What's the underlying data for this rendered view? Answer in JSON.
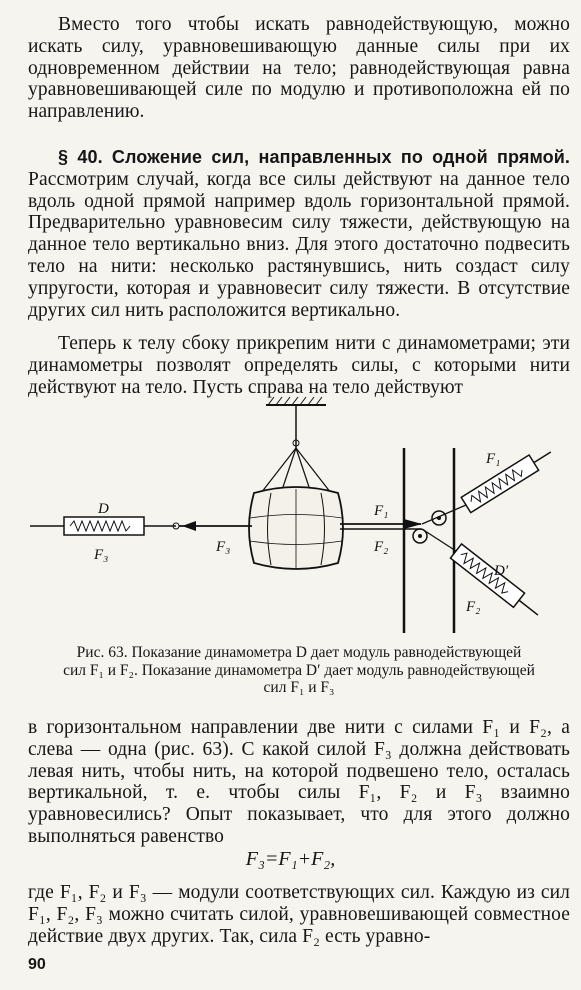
{
  "text": {
    "p1": "Вместо того чтобы искать равнодействующую, можно искать силу, уравновешивающую данные силы при их одновременном действии на тело; равнодействующая равна уравновешивающей силе по модулю и противоположна ей по направлению.",
    "section_title": "§ 40. Сложение сил, направленных по одной прямой.",
    "p2_rest": "Рассмотрим случай, когда все силы действуют на данное тело вдоль одной прямой например вдоль горизонтальной прямой. Предварительно уравновесим силу тяжести, действующую на данное тело вертикально вниз. Для этого достаточно подвесить тело на нити: несколько растянувшись, нить создаст силу упругости, которая и уравновесит силу тяжести. В отсутствие других сил нить расположится вертикально.",
    "p3": "Теперь к телу сбоку прикрепим нити с динамометрами; эти динамометры позволят определять силы, с которыми нити действуют на тело. Пусть справа на тело действуют",
    "caption_line1": "Рис. 63. Показание динамометра D дает модуль равнодействующей",
    "caption_line2": "сил F₁ и F₂. Показание динамометра D′ дает модуль равнодействующей",
    "caption_line3": "сил F₁ и F₃",
    "p4": "в горизонтальном направлении две нити с силами F₁ и F₂, а слева — одна (рис. 63). С какой силой F₃ должна действовать левая нить, чтобы нить, на которой подвешено тело, осталась вертикальной, т. е. чтобы силы F₁, F₂ и F₃ взаимно уравновесились? Опыт показывает, что для этого должно выполняться равенство",
    "formula": "F₃=F₁+F₂,",
    "p5": "где F₁, F₂ и F₃ — модули соответствующих сил. Каждую из сил F₁, F₂, F₃ можно считать силой, уравновешивающей совместное действие двух других. Так, сила F₂ есть уравно-",
    "page_number": "90"
  },
  "figure": {
    "labels": {
      "dyn_left": "D",
      "f3_under_dyn": "F₃",
      "f3_arrow": "F₃",
      "f1_arrow": "F₁",
      "f2_arrow": "F₂",
      "f1_dyn": "F₁",
      "dyn_right": "D′",
      "f2_dyn": "F₂"
    }
  }
}
